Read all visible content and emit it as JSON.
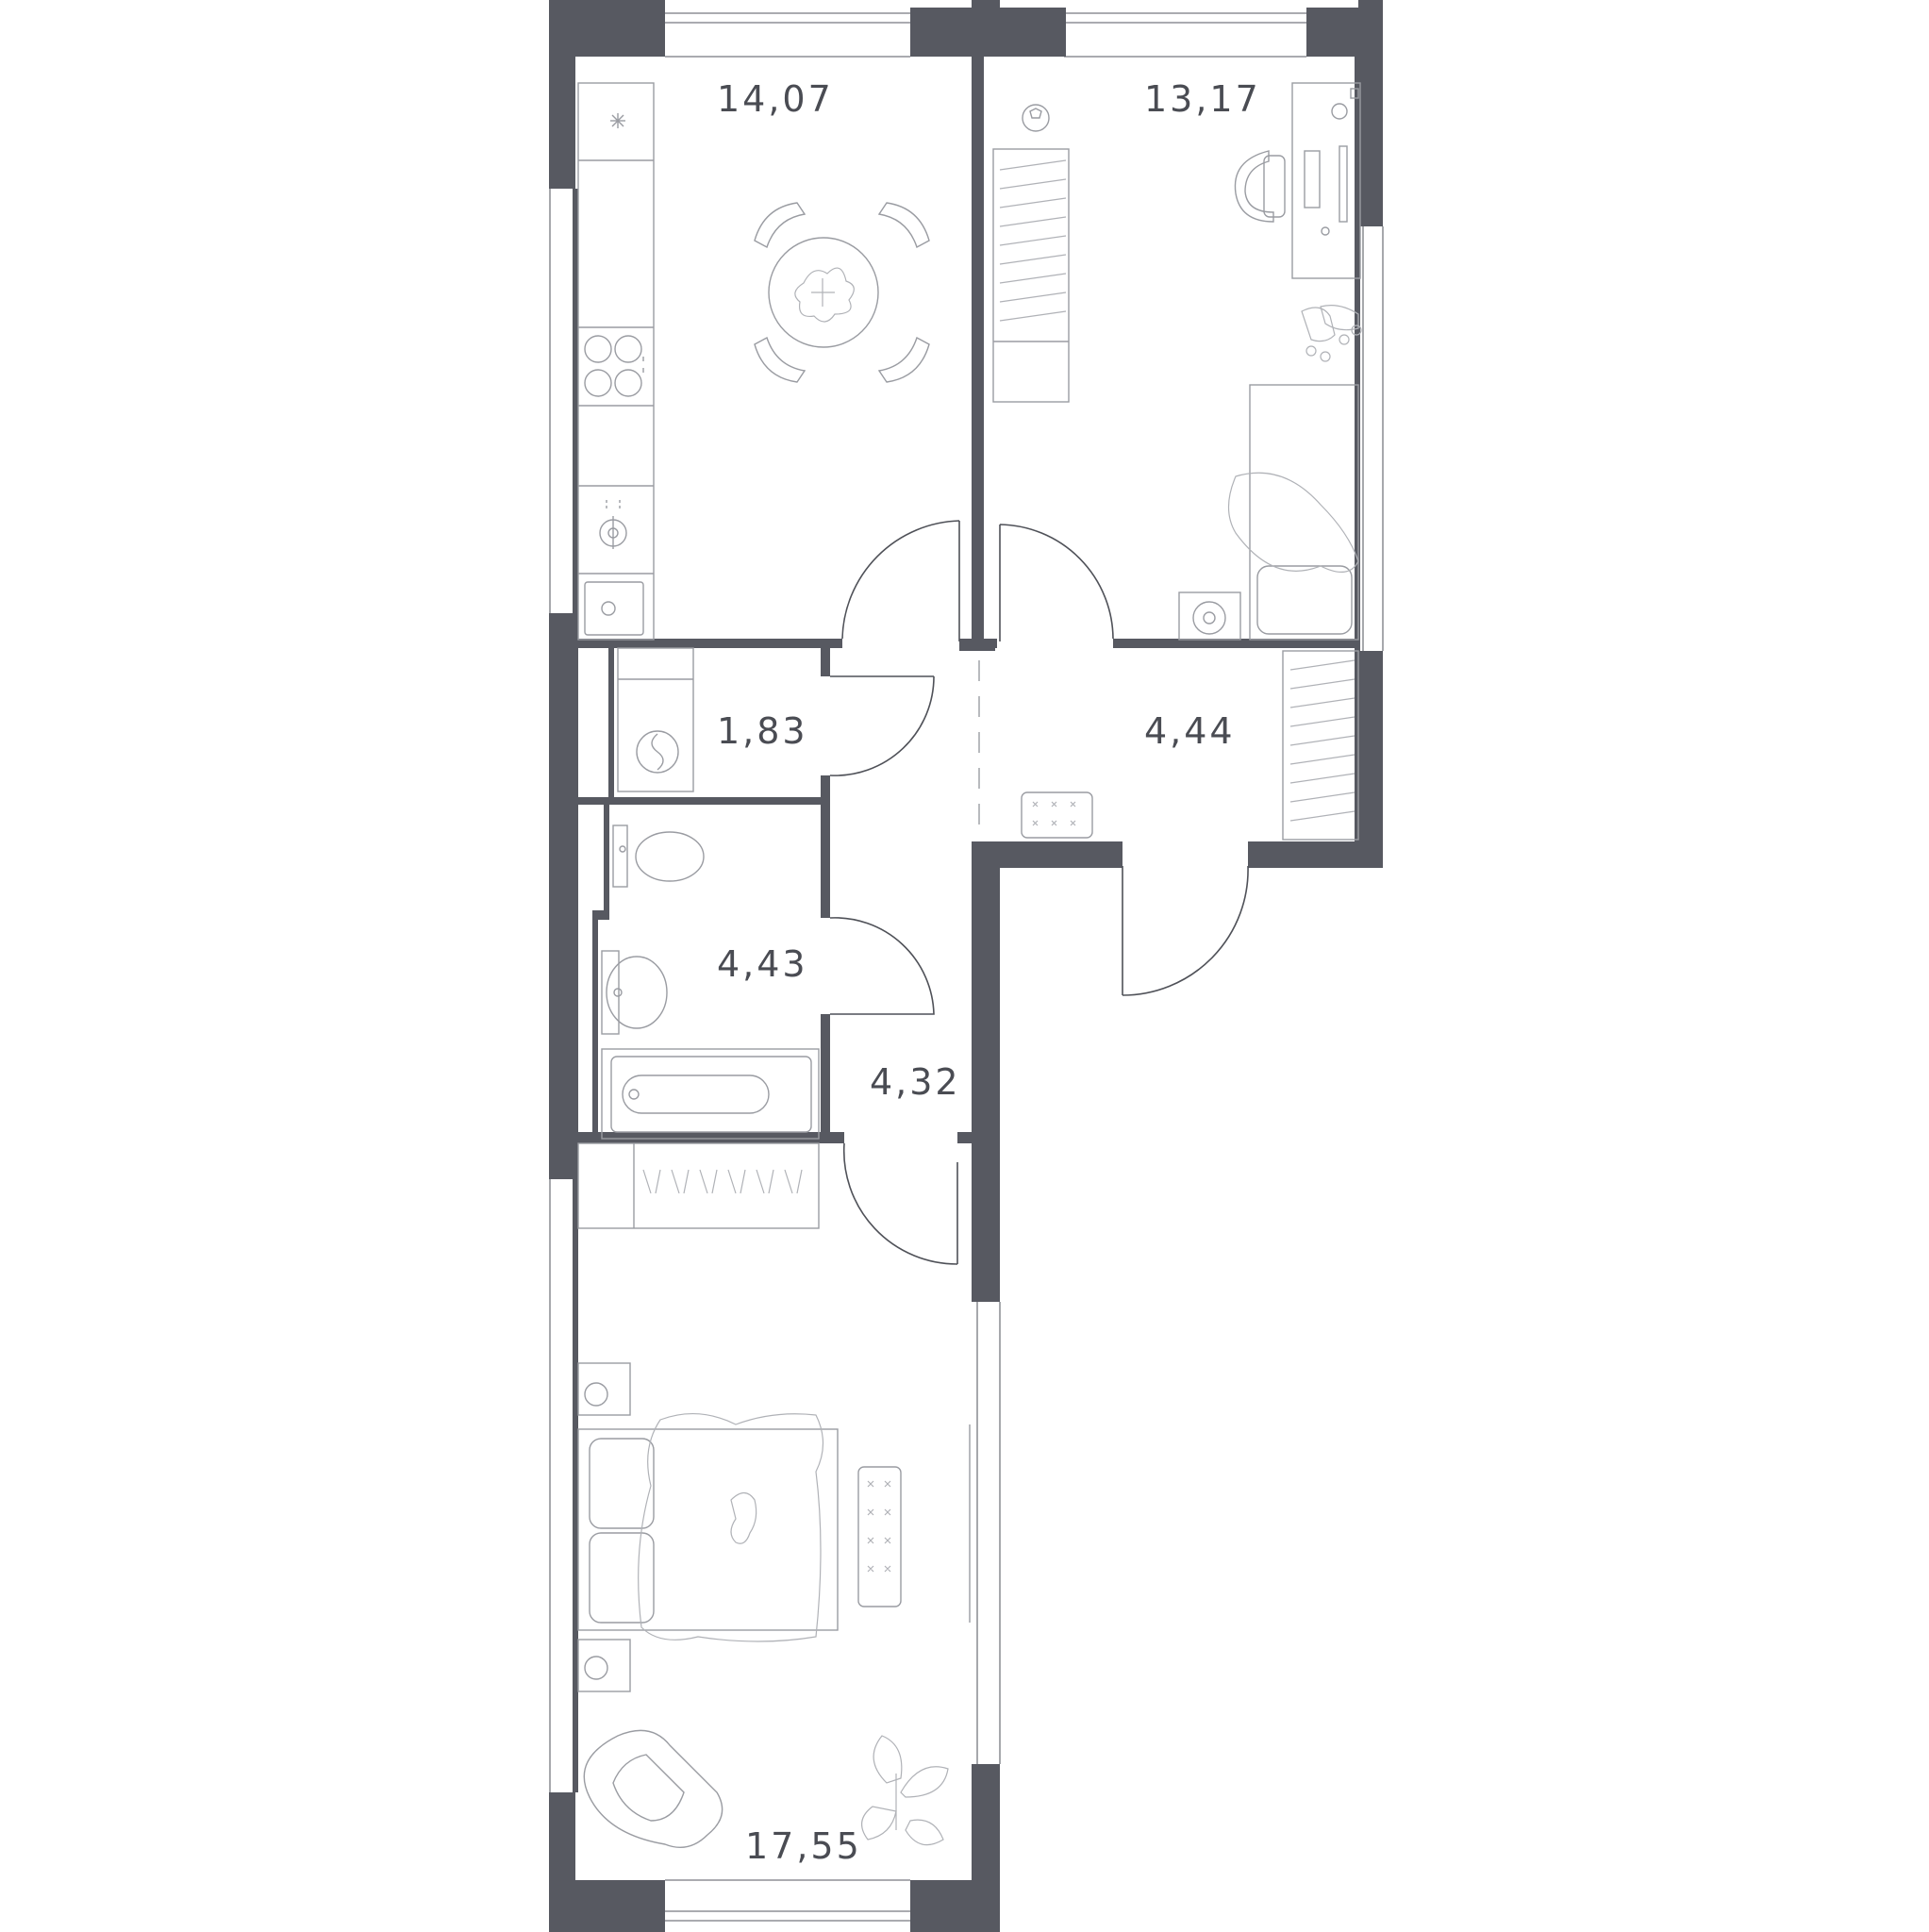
{
  "plan": {
    "wall_color": "#575961",
    "line_color": "#9a9ca2",
    "rooms": [
      {
        "id": "kitchen",
        "area": "14,07"
      },
      {
        "id": "bedroom-small",
        "area": "13,17"
      },
      {
        "id": "laundry",
        "area": "1,83"
      },
      {
        "id": "hallway-upper",
        "area": "4,44"
      },
      {
        "id": "bathroom",
        "area": "4,43"
      },
      {
        "id": "corridor",
        "area": "4,32"
      },
      {
        "id": "bedroom-large",
        "area": "17,55"
      }
    ],
    "icons": [
      "round-table-icon",
      "four-chairs-icon",
      "stove-icon",
      "sink-icon",
      "faucet-icon",
      "desk-icon",
      "monitor-icon",
      "office-chair-icon",
      "ball-icon",
      "roller-skates-icon",
      "single-bed-icon",
      "washing-machine-icon",
      "toilet-icon",
      "washbasin-icon",
      "bathtub-icon",
      "wardrobe-icon",
      "double-bed-icon",
      "cat-icon",
      "armchair-icon",
      "plant-icon",
      "nightstand-icon",
      "bench-icon"
    ]
  }
}
